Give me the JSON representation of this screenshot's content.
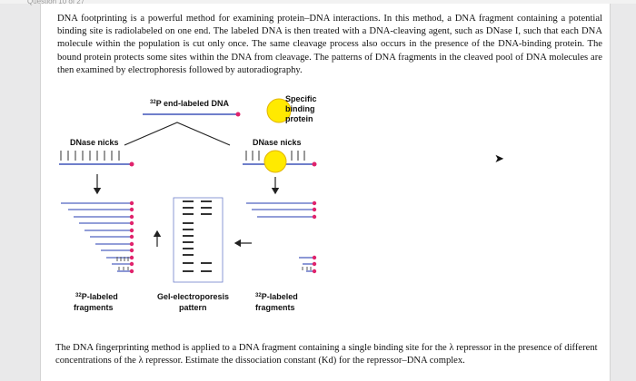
{
  "tab_stub": "Question 10 of 27",
  "intro": "DNA footprinting is a powerful method for examining protein–DNA interactions. In this method, a DNA fragment containing a potential binding site is radiolabeled on one end. The labeled DNA is then treated with a DNA-cleaving agent, such as DNase I, such that each DNA molecule within the population is cut only once. The same cleavage process also occurs in the presence of the DNA-binding protein. The bound protein protects some sites within the DNA from cleavage. The patterns of DNA fragments in the cleaved pool of DNA molecules are then examined by electrophoresis followed by autoradiography.",
  "diagram": {
    "label_p_end": "end-labeled DNA",
    "label_specific": [
      "Specific",
      "binding",
      "protein"
    ],
    "label_dnase_left": "DNase nicks",
    "label_dnase_right": "DNase nicks",
    "label_frag_left": [
      "-labeled",
      "fragments"
    ],
    "label_gel": [
      "Gel-electroporesis",
      "pattern"
    ],
    "label_frag_right": [
      "-labeled",
      "fragments"
    ],
    "superscript": "32",
    "isotope": "P"
  },
  "question": "The DNA fingerprinting method is applied to a DNA fragment containing a single binding site for the λ repressor in the presence of different concentrations of the λ repressor. Estimate the dissociation constant (Kd) for the repressor–DNA complex.",
  "colors": {
    "dna_line": "#6f7fcb",
    "label_dot": "#e0236c",
    "protein": "#ffea00",
    "arrow": "#222222"
  }
}
